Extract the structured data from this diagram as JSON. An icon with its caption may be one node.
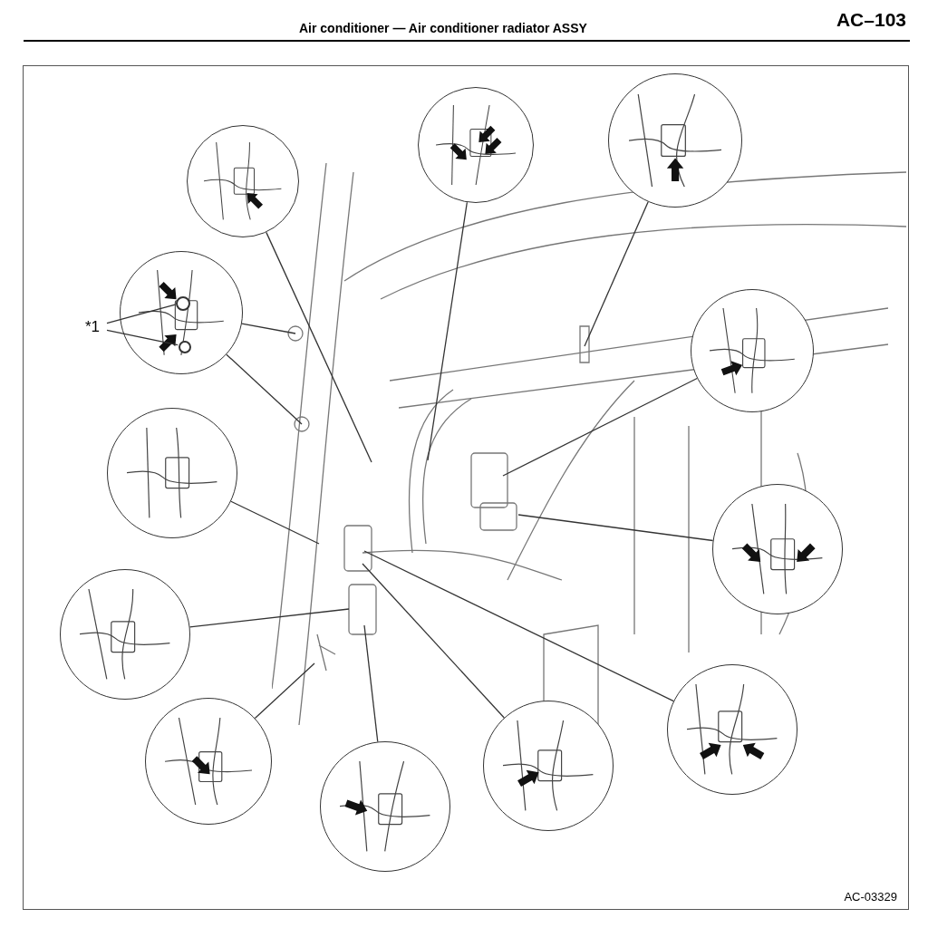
{
  "diagram": {
    "title": "Air conditioner — Air conditioner radiator ASSY",
    "nodes": [
      {
        "text": [
          "*1"
        ]
      },
      {
        "text": [],
        "shape": "circle"
      },
      {
        "text": [],
        "shape": "circle"
      },
      {
        "text": [],
        "shape": "circle",
        "in": 2
      },
      {
        "text": [],
        "shape": "circle",
        "in": 2
      },
      {
        "text": [],
        "shape": "circle"
      },
      {
        "text": [],
        "shape": "circle"
      },
      {
        "text": [],
        "shape": "circle"
      },
      {
        "text": [],
        "shape": "circle"
      },
      {
        "text": [],
        "shape": "circle"
      },
      {
        "text": [],
        "shape": "circle"
      },
      {
        "text": [],
        "shape": "circle"
      },
      {
        "text": [],
        "shape": "circle"
      },
      {
        "text": [],
        "shape": "circle"
      },
      {
        "text": [],
        "shape": "circle"
      }
    ],
    "edges": [
      {
        "from": 0,
        "to": 3,
        "arrow": "none"
      },
      {
        "from": 0,
        "to": 4,
        "arrow": "none"
      },
      {
        "from": 1,
        "to": null,
        "arrow": "none"
      },
      {
        "from": 2,
        "to": null,
        "arrow": "none"
      },
      {
        "from": 2,
        "to": null,
        "arrow": "none"
      },
      {
        "from": 5,
        "to": null,
        "arrow": "none"
      },
      {
        "from": 6,
        "to": null,
        "arrow": "none"
      },
      {
        "from": 7,
        "to": null,
        "arrow": "none"
      },
      {
        "from": 8,
        "to": null,
        "arrow": "none"
      },
      {
        "from": 9,
        "to": null,
        "arrow": "none"
      },
      {
        "from": 10,
        "to": null,
        "arrow": "none"
      },
      {
        "from": 11,
        "to": null,
        "arrow": "none"
      },
      {
        "from": 12,
        "to": null,
        "arrow": "none"
      },
      {
        "from": 13,
        "to": null,
        "arrow": "none"
      },
      {
        "from": 14,
        "to": null,
        "arrow": "none"
      }
    ],
    "labels": [
      "AC–103",
      "AC-03329"
    ]
  }
}
